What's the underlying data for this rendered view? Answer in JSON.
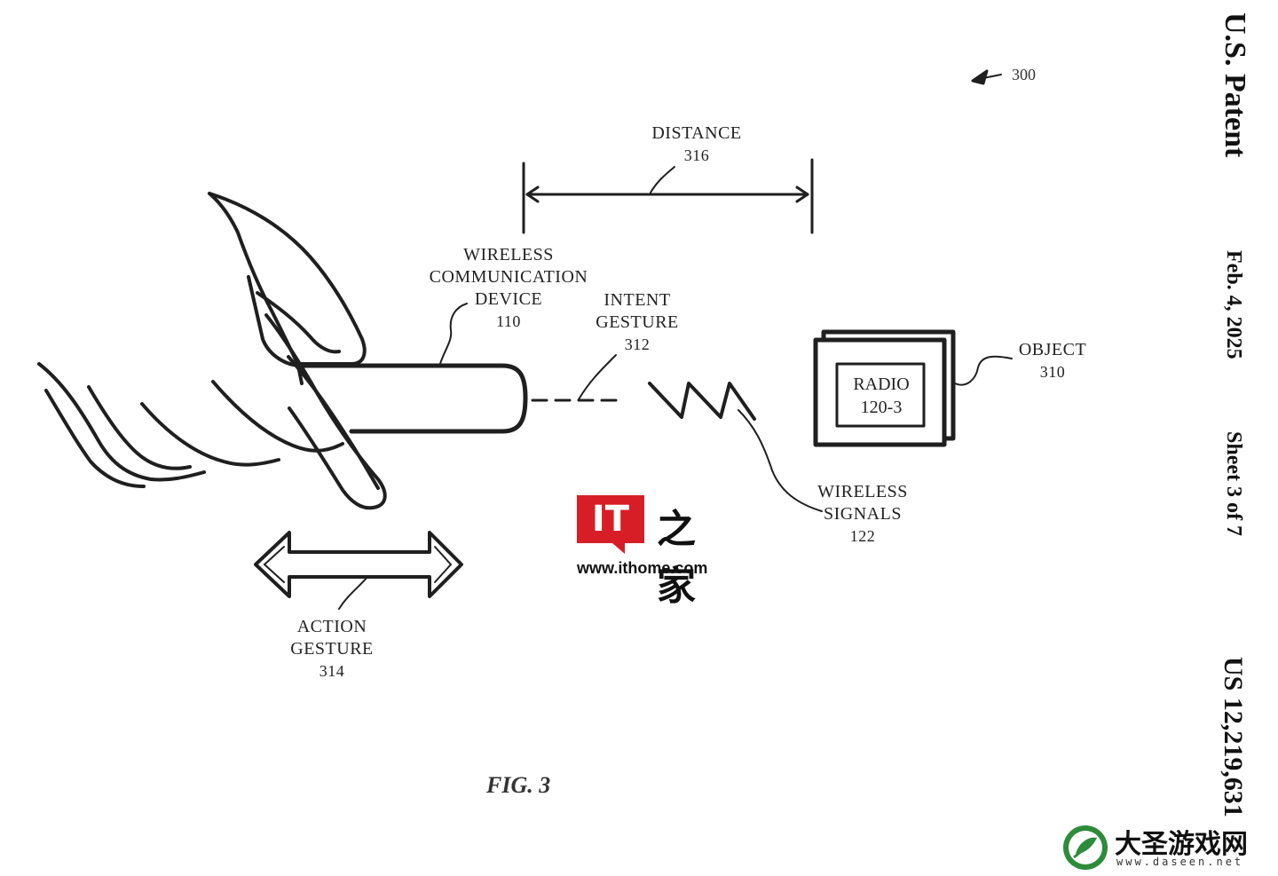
{
  "header": {
    "patent_office": "U.S. Patent",
    "date": "Feb. 4, 2025",
    "sheet": "Sheet 3 of 7",
    "patent_number": "US 12,219,631"
  },
  "figure": {
    "reference": "300",
    "caption": "FIG. 3"
  },
  "labels": {
    "distance": {
      "line1": "DISTANCE",
      "num": "316"
    },
    "device": {
      "line1": "WIRELESS",
      "line2": "COMMUNICATION",
      "line3": "DEVICE",
      "num": "110"
    },
    "intent": {
      "line1": "INTENT",
      "line2": "GESTURE",
      "num": "312"
    },
    "object": {
      "line1": "OBJECT",
      "num": "310"
    },
    "radio": {
      "line1": "RADIO",
      "line2": "120-3"
    },
    "signals": {
      "line1": "WIRELESS",
      "line2": "SIGNALS",
      "num": "122"
    },
    "action": {
      "line1": "ACTION",
      "line2": "GESTURE",
      "num": "314"
    }
  },
  "watermarks": {
    "ithome_badge": "IT",
    "ithome_chars": "之家",
    "ithome_url": "www.ithome.com",
    "daseen_name": "大圣游戏网",
    "daseen_url": "www.daseen.net"
  },
  "colors": {
    "line": "#1f1f1f",
    "ithome_red": "#d71e27",
    "daseen_green": "#2e8b3a"
  },
  "icons": [
    "hand-illustration",
    "double-arrow-icon",
    "lightning-signal-icon"
  ]
}
